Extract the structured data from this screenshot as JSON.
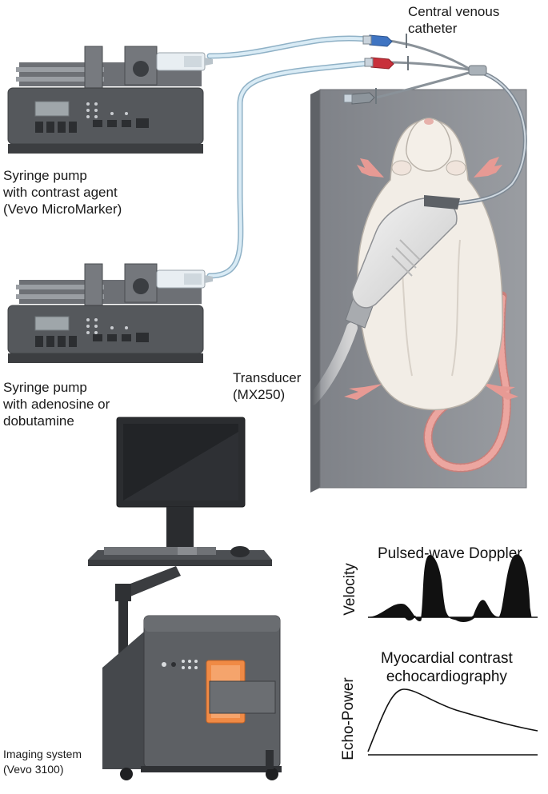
{
  "labels": {
    "catheter": [
      "Central venous",
      "catheter"
    ],
    "pump_contrast": [
      "Syringe pump",
      "with contrast agent",
      "(Vevo MicroMarker)"
    ],
    "pump_drug": [
      "Syringe pump",
      "with adenosine or",
      "dobutamine"
    ],
    "transducer": [
      "Transducer",
      "(MX250)"
    ],
    "imaging": [
      "Imaging system",
      "(Vevo 3100)"
    ]
  },
  "pw_doppler": {
    "title": "Pulsed-wave Doppler",
    "ylabel": "Velocity"
  },
  "mce": {
    "title_lines": [
      "Myocardial contrast",
      "echocardiography"
    ],
    "ylabel": "Echo-Power"
  },
  "colors": {
    "rat_body": "#f2ede6",
    "rat_pink": "#e79a94",
    "board": "#8a8d93",
    "pump_body": "#55585c",
    "console": "#5d6064",
    "accent_orange": "#f08a45",
    "catheter_blue": "#3f74c2",
    "catheter_red": "#c8303a",
    "tubing": "#cfe3ef"
  }
}
